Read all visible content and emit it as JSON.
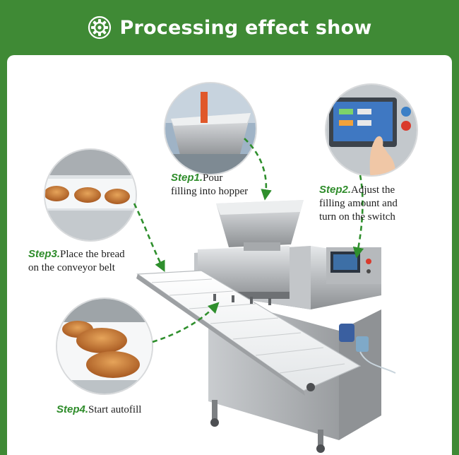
{
  "header": {
    "title": "Processing effect show",
    "icon": "gear-icon"
  },
  "steps": [
    {
      "step": "Step1.",
      "text_line1": "Pour",
      "text_line2": "filling into hopper"
    },
    {
      "step": "Step2.",
      "text_line1": "Adjust the",
      "text_line2": "filling amount and",
      "text_line3": "turn on the switch"
    },
    {
      "step": "Step3.",
      "text_line1": "Place the bread",
      "text_line2": "on the conveyor belt"
    },
    {
      "step": "Step4.",
      "text_line1": "Start autofill"
    }
  ],
  "colors": {
    "header_bg": "#3f8a35",
    "step_green": "#2e8c2a",
    "arrow_green": "#2f8f2d"
  }
}
